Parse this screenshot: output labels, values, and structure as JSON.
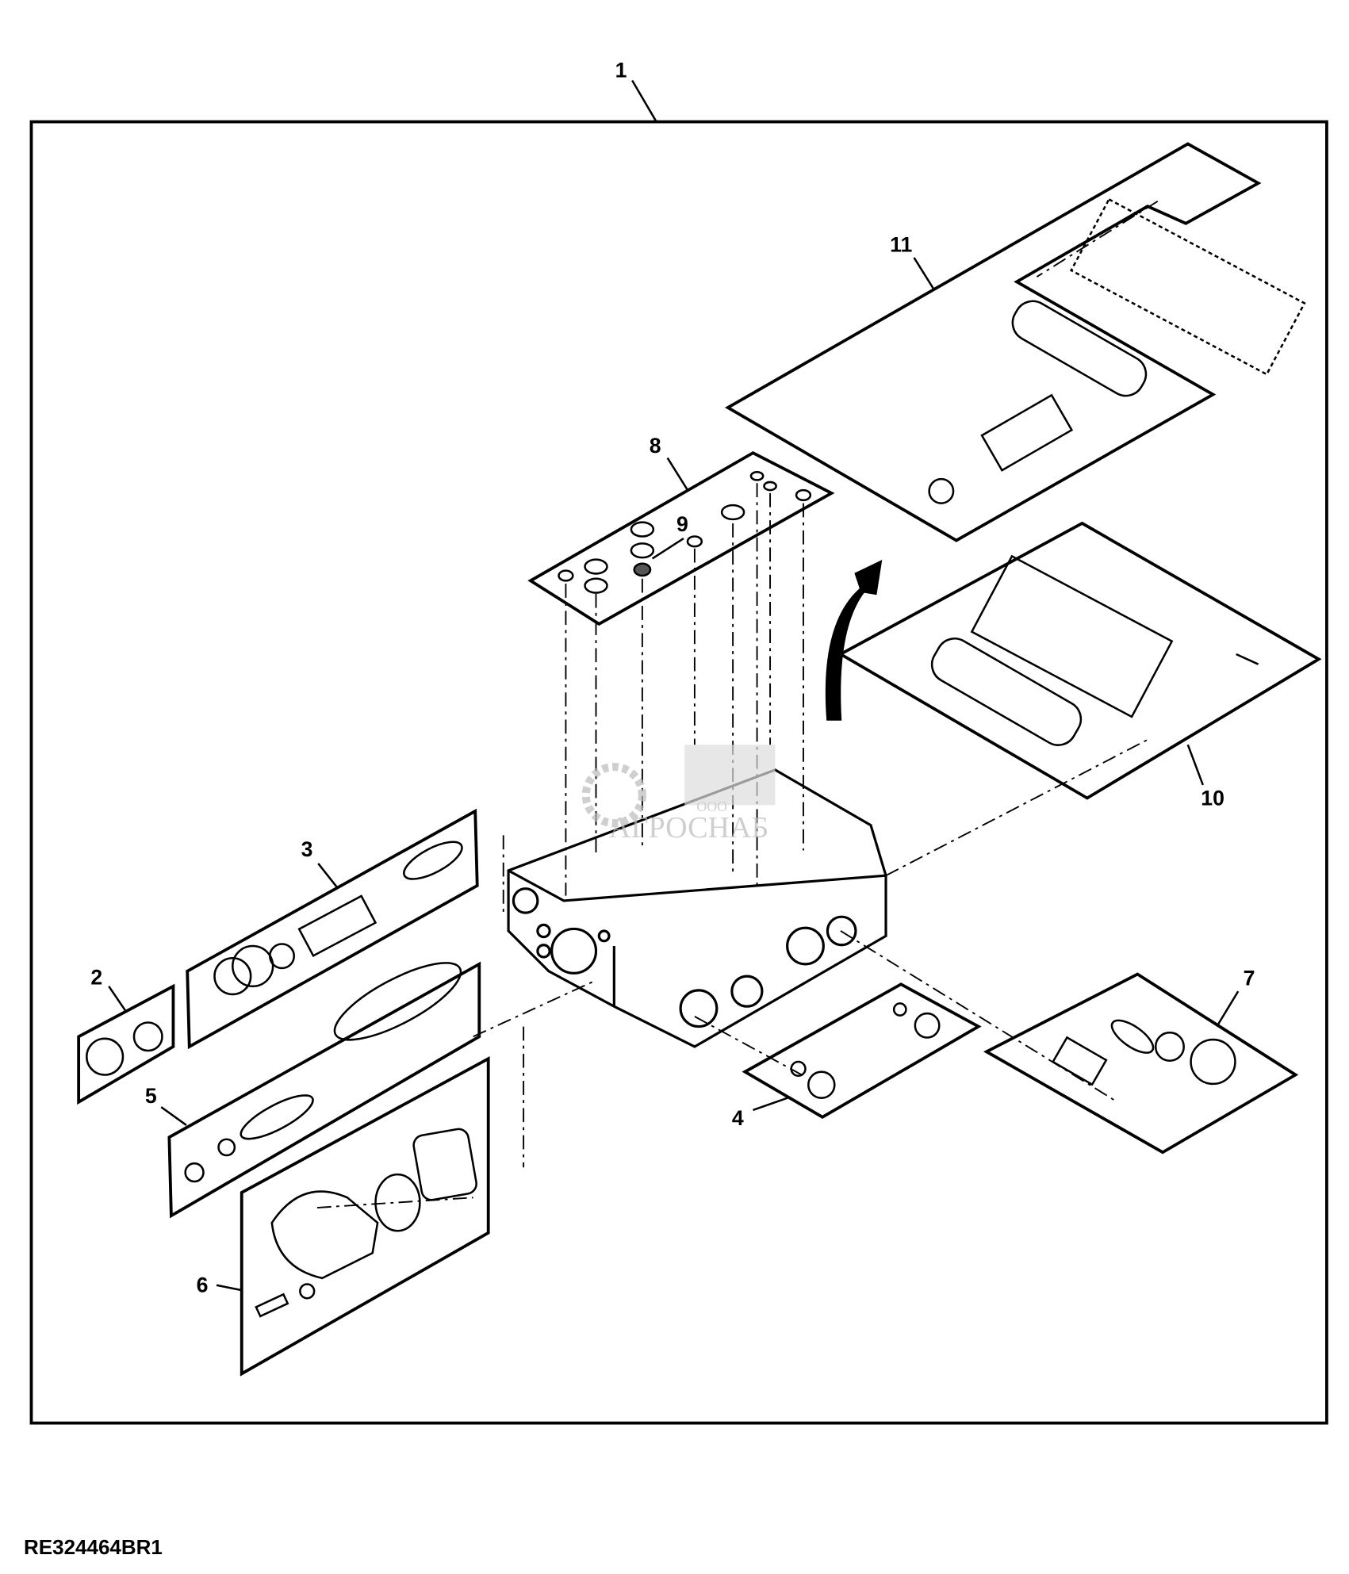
{
  "figure_code": "RE324464BR1",
  "watermark": {
    "small": "ООО",
    "name": "АГРОСНАБ"
  },
  "callouts": {
    "c1": "1",
    "c2": "2",
    "c3": "3",
    "c4": "4",
    "c5": "5",
    "c6": "6",
    "c7": "7",
    "c8": "8",
    "c9": "9",
    "c10": "10",
    "c11": "11"
  }
}
